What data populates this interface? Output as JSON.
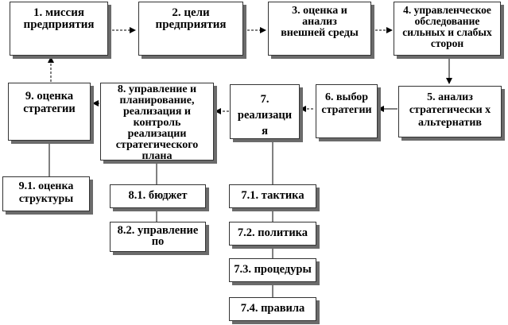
{
  "nodes": {
    "n1": "1. миссия предприятия",
    "n2": "2. цели предприятия",
    "n3": "3. оценка и анализ внешней среды",
    "n4": "4. управленческое обследование сильных и слабых сторон",
    "n5": "5. анализ стратегически х альтернатив",
    "n6": "6. выбор стратегии",
    "n7": "7. реализаци я",
    "n8": "8. управление и планирование, реализация и контроль реализации стратегического плана",
    "n9": "9. оценка стратегии",
    "n91": "9.1. оценка структуры",
    "n81": "8.1. бюджет",
    "n82": "8.2. управление по",
    "n71": "7.1. тактика",
    "n72": "7.2. политика",
    "n73": "7.3. процедуры",
    "n74": "7.4. правила"
  },
  "colors": {
    "stroke": "#000000",
    "shadow": "#6b6b6b",
    "background": "#ffffff"
  }
}
